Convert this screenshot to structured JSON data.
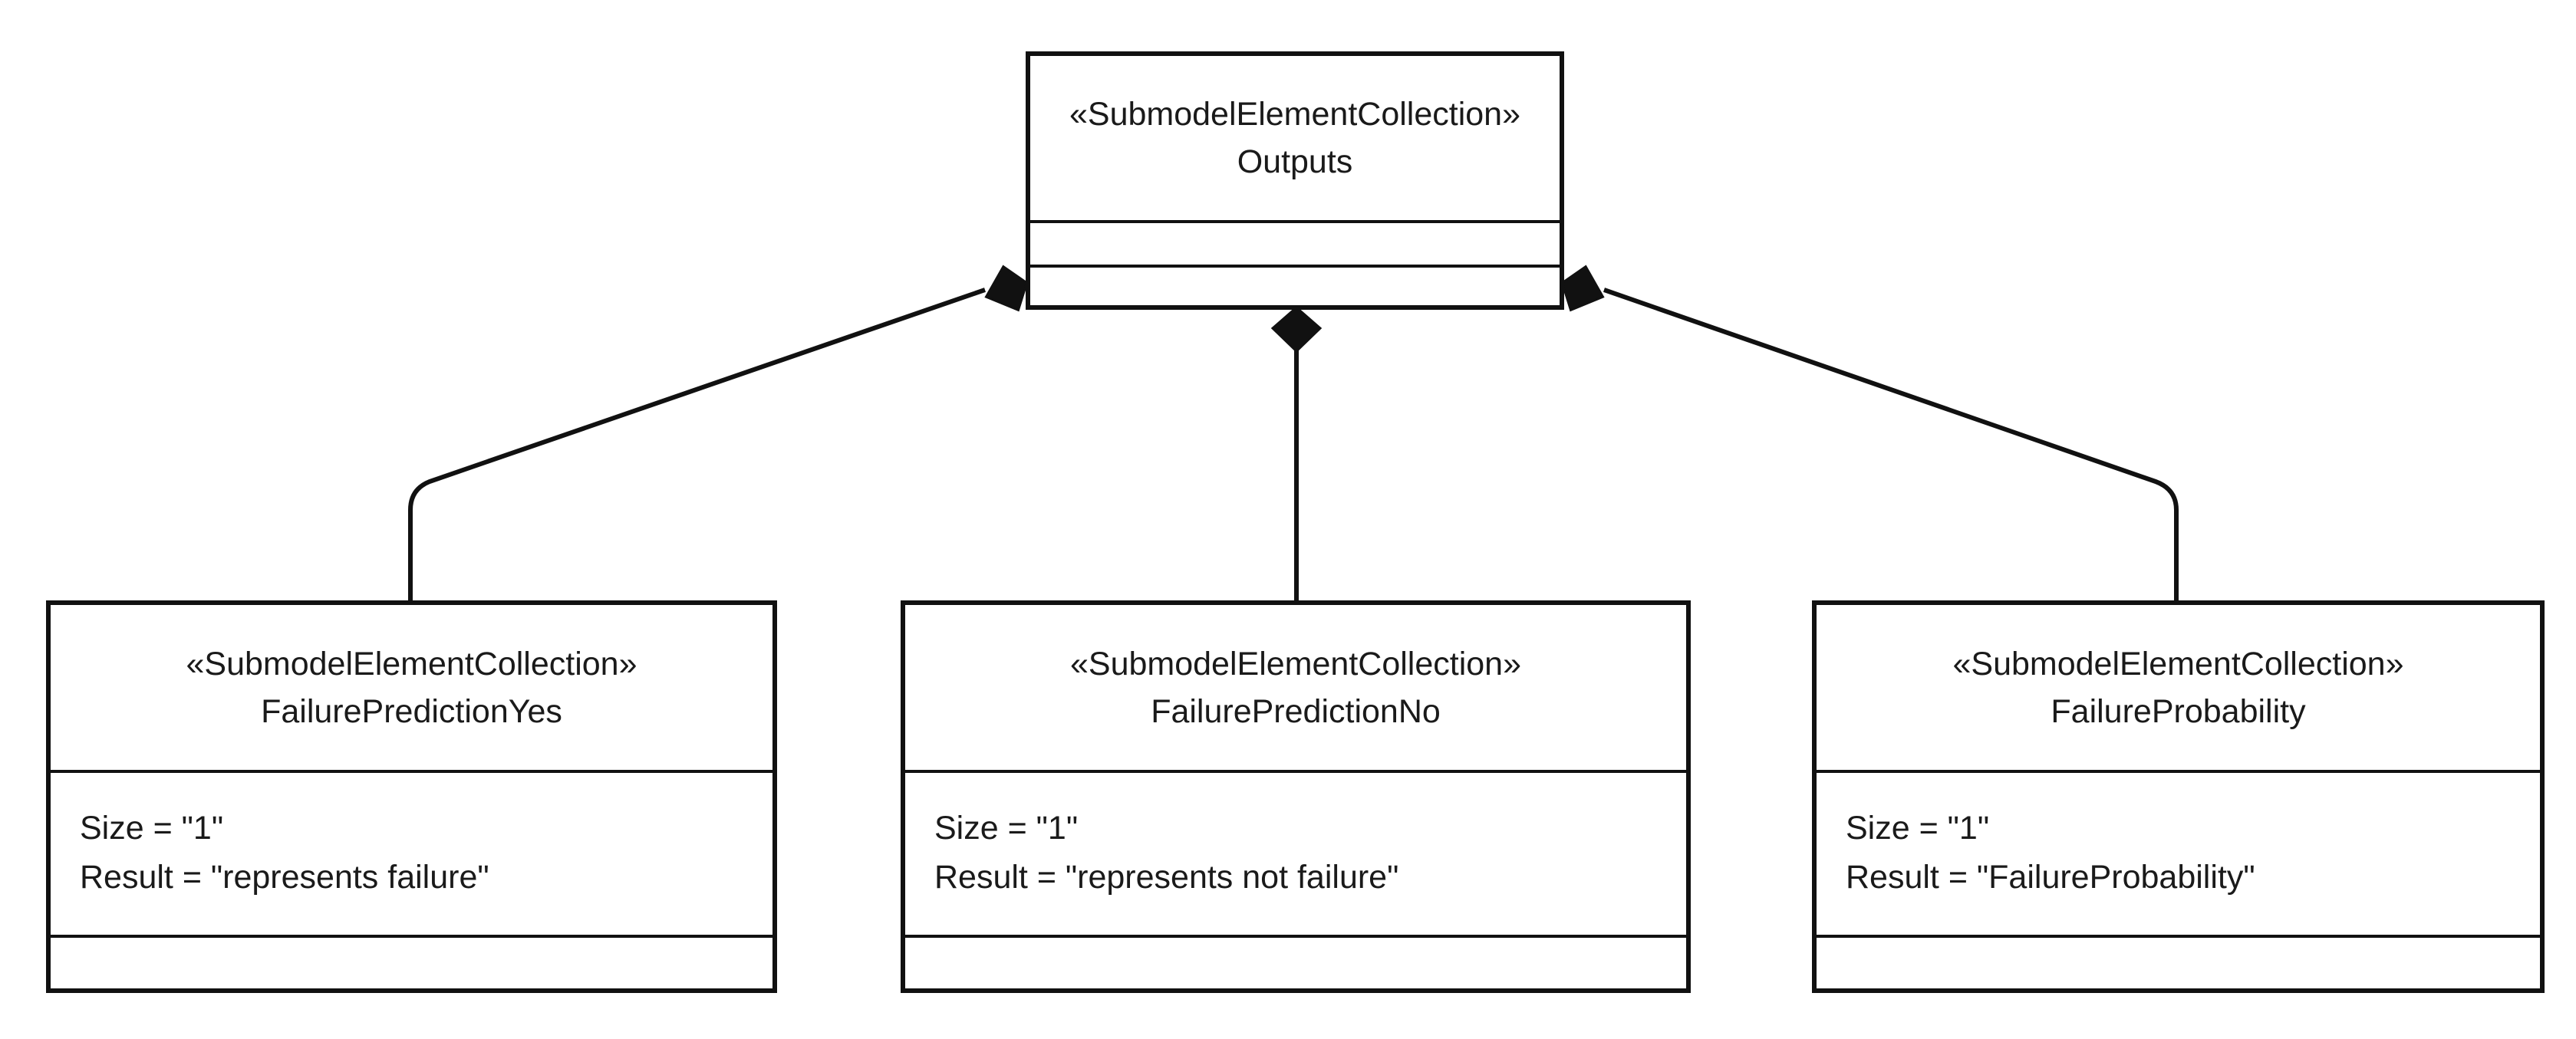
{
  "diagram": {
    "type": "uml-class-composition",
    "parent": {
      "stereotype": "«SubmodelElementCollection»",
      "name": "Outputs",
      "attributes": [],
      "operations": []
    },
    "children": [
      {
        "stereotype": "«SubmodelElementCollection»",
        "name": "FailurePredictionYes",
        "attributes": [
          "Size = \"1\"",
          "Result = \"represents failure\""
        ],
        "operations": []
      },
      {
        "stereotype": "«SubmodelElementCollection»",
        "name": "FailurePredictionNo",
        "attributes": [
          "Size = \"1\"",
          "Result = \"represents not failure\""
        ],
        "operations": []
      },
      {
        "stereotype": "«SubmodelElementCollection»",
        "name": "FailureProbability",
        "attributes": [
          "Size = \"1\"",
          "Result = \"FailureProbability\""
        ],
        "operations": []
      }
    ],
    "relationships": [
      {
        "type": "composition",
        "whole": "Outputs",
        "part": "FailurePredictionYes"
      },
      {
        "type": "composition",
        "whole": "Outputs",
        "part": "FailurePredictionNo"
      },
      {
        "type": "composition",
        "whole": "Outputs",
        "part": "FailureProbability"
      }
    ],
    "colors": {
      "line": "#111111",
      "background": "#ffffff",
      "text": "#1a1a1a"
    }
  }
}
